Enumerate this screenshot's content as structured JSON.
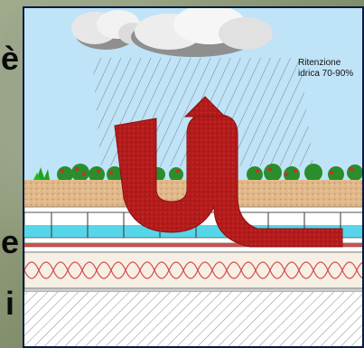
{
  "side_text": {
    "char_1": "è",
    "char_2": "e",
    "char_3": "i"
  },
  "diagram": {
    "label_line_1": "Ritenzione",
    "label_line_2": "idrica 70-90%"
  },
  "colors": {
    "sky": "#bfe3f7",
    "water_arrow": "#b41b1b",
    "soil": "#d9b07e",
    "drainage_cyan": "#56d6e8",
    "insulation_red": "#d84c4c",
    "concrete_hatch": "#ffffff"
  }
}
